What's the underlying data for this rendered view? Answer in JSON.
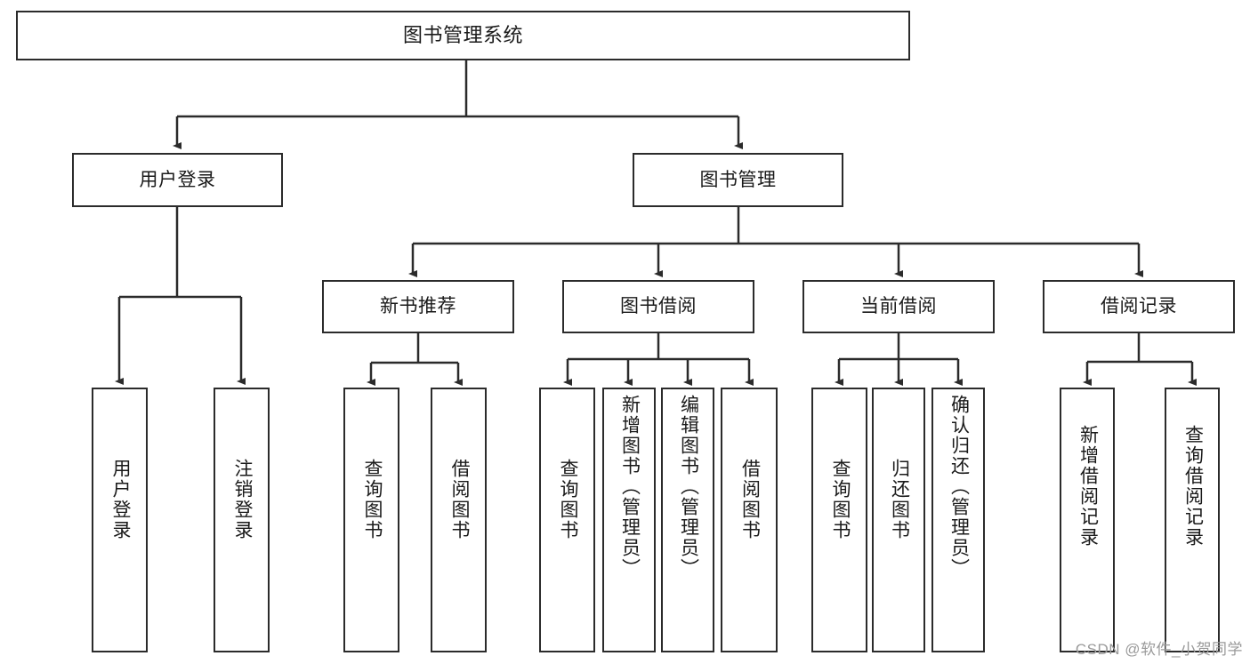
{
  "diagram": {
    "title": "图书管理系统",
    "type": "hierarchy-tree",
    "watermark": "CSDN @软件_小贺同学",
    "colors": {
      "stroke": "#2b2b2b",
      "fill": "#ffffff",
      "text": "#1a1a1a",
      "watermark": "#9a9a9a"
    },
    "levels": {
      "level1": [
        {
          "id": "root",
          "label": "图书管理系统"
        }
      ],
      "level2": [
        {
          "id": "user-login",
          "label": "用户登录"
        },
        {
          "id": "book-manage",
          "label": "图书管理"
        }
      ],
      "level3": [
        {
          "id": "new-book-rec",
          "label": "新书推荐"
        },
        {
          "id": "book-borrow",
          "label": "图书借阅"
        },
        {
          "id": "current-borrow",
          "label": "当前借阅"
        },
        {
          "id": "borrow-record",
          "label": "借阅记录"
        }
      ],
      "level4": [
        {
          "id": "leaf-user-login",
          "label": "用户登录",
          "parent": "user-login"
        },
        {
          "id": "leaf-logout",
          "label": "注销登录",
          "parent": "user-login"
        },
        {
          "id": "leaf-query-book-1",
          "label": "查询图书",
          "parent": "new-book-rec"
        },
        {
          "id": "leaf-borrow-book-1",
          "label": "借阅图书",
          "parent": "new-book-rec"
        },
        {
          "id": "leaf-query-book-2",
          "label": "查询图书",
          "parent": "book-borrow"
        },
        {
          "id": "leaf-add-book",
          "label": "新增图书（管理员）",
          "parent": "book-borrow"
        },
        {
          "id": "leaf-edit-book",
          "label": "编辑图书（管理员）",
          "parent": "book-borrow"
        },
        {
          "id": "leaf-borrow-book-2",
          "label": "借阅图书",
          "parent": "book-borrow"
        },
        {
          "id": "leaf-query-book-3",
          "label": "查询图书",
          "parent": "current-borrow"
        },
        {
          "id": "leaf-return-book",
          "label": "归还图书",
          "parent": "current-borrow"
        },
        {
          "id": "leaf-confirm-return",
          "label": "确认归还（管理员）",
          "parent": "current-borrow"
        },
        {
          "id": "leaf-add-record",
          "label": "新增借阅记录",
          "parent": "borrow-record"
        },
        {
          "id": "leaf-query-record",
          "label": "查询借阅记录",
          "parent": "borrow-record"
        }
      ]
    }
  }
}
